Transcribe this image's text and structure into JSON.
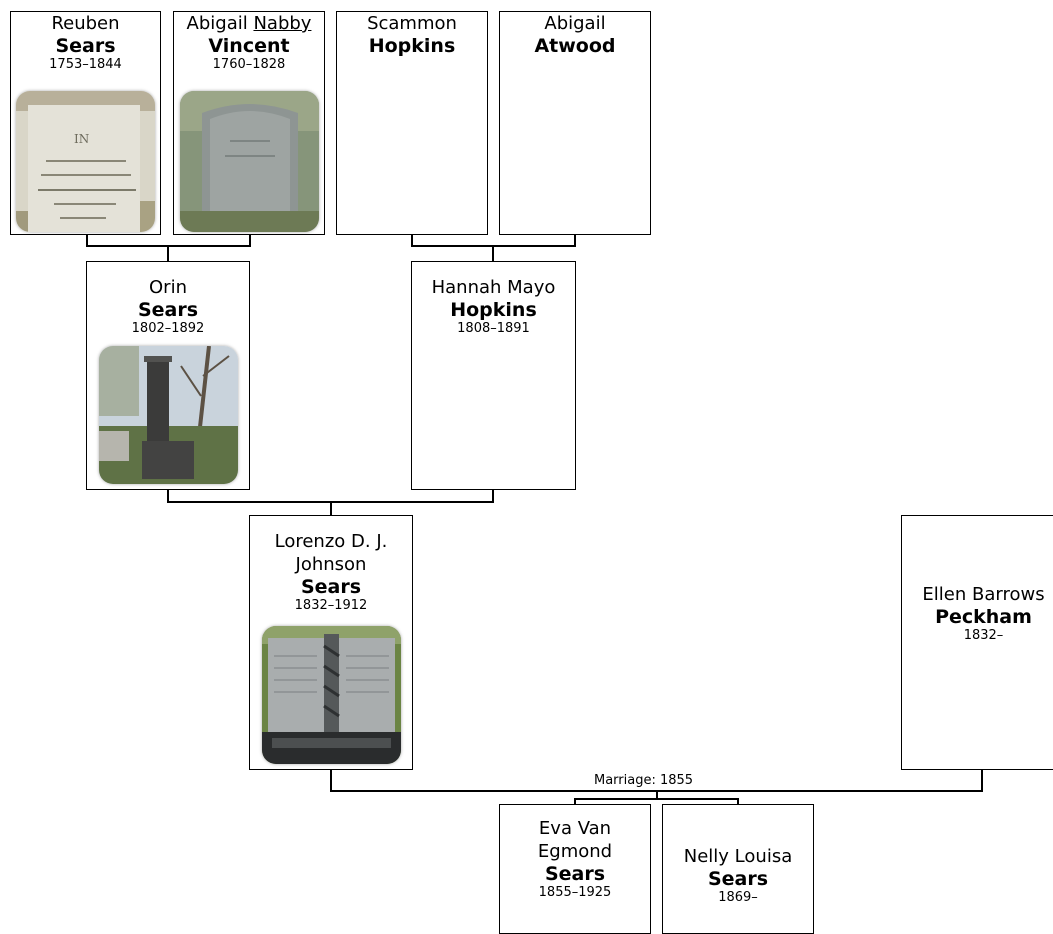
{
  "people": {
    "reuben": {
      "given": "Reuben",
      "surname": "Sears",
      "dates": "1753–1844"
    },
    "abigail_v": {
      "given_pre": "Abigail ",
      "given_nick": "Nabby",
      "surname": "Vincent",
      "dates": "1760–1828"
    },
    "scammon": {
      "given": "Scammon",
      "surname": "Hopkins",
      "dates": ""
    },
    "abigail_a": {
      "given": "Abigail",
      "surname": "Atwood",
      "dates": ""
    },
    "orin": {
      "given": "Orin",
      "surname": "Sears",
      "dates": "1802–1892"
    },
    "hannah": {
      "given": "Hannah Mayo",
      "surname": "Hopkins",
      "dates": "1808–1891"
    },
    "lorenzo": {
      "given_line1": "Lorenzo D. J.",
      "given_line2": "Johnson",
      "surname": "Sears",
      "dates": "1832–1912"
    },
    "ellen": {
      "given": "Ellen Barrows",
      "surname": "Peckham",
      "dates": "1832–"
    },
    "eva": {
      "given_line1": "Eva Van",
      "given_line2": "Egmond",
      "surname": "Sears",
      "dates": "1855–1925"
    },
    "nelly": {
      "given": "Nelly Louisa",
      "surname": "Sears",
      "dates": "1869–"
    }
  },
  "marriage_label": "Marriage: 1855"
}
